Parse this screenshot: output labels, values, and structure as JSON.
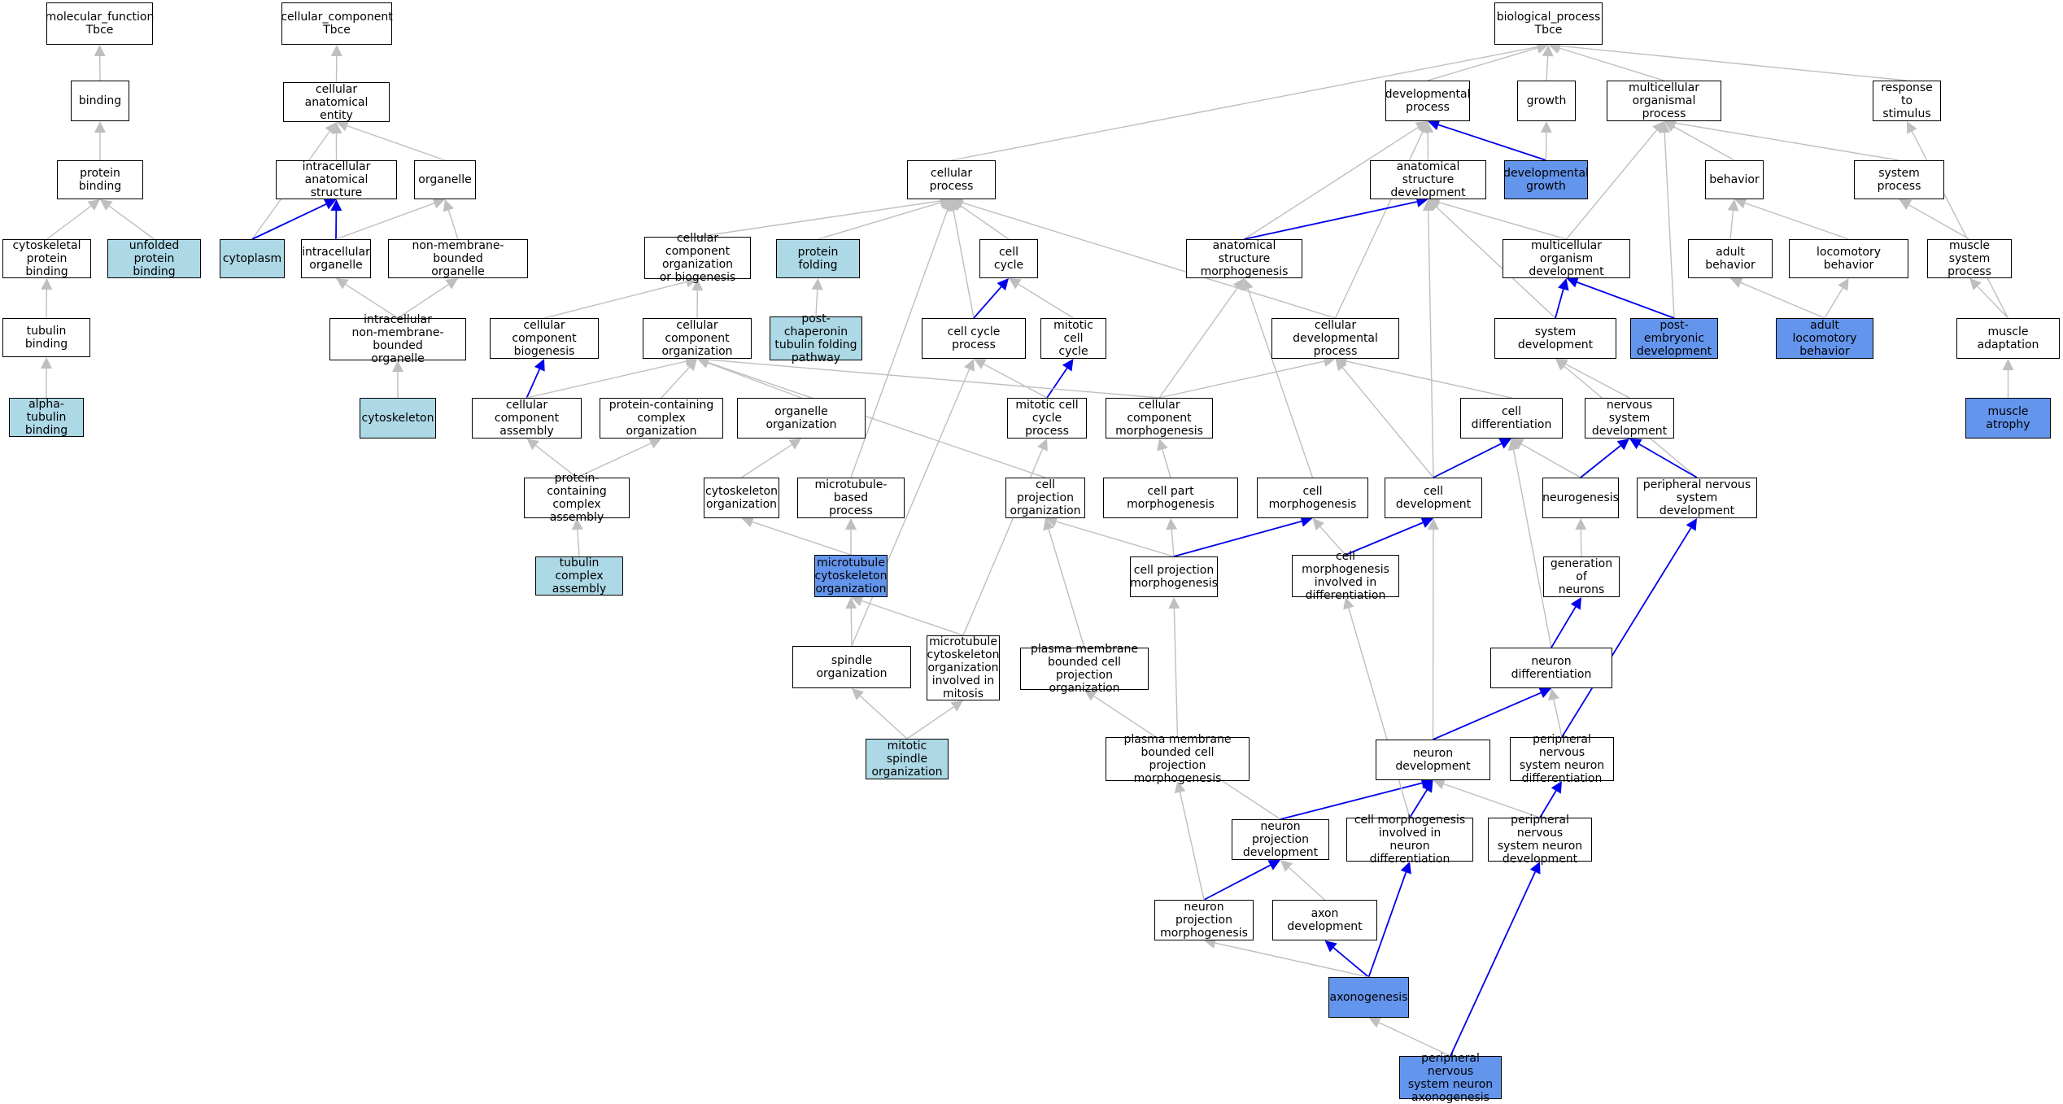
{
  "colors": {
    "normal": "#ffffff",
    "light": "#add8e6",
    "dark": "#6495ed",
    "grey_edge": "#bfbfbf",
    "blue_edge": "#0000ee"
  },
  "nodes": {
    "mf": {
      "label": "molecular_function\nTbce",
      "fill": "normal"
    },
    "binding": {
      "label": "binding",
      "fill": "normal"
    },
    "protein_binding": {
      "label": "protein binding",
      "fill": "normal"
    },
    "cytoskeletal_pb": {
      "label": "cytoskeletal\nprotein binding",
      "fill": "normal"
    },
    "unfolded_pb": {
      "label": "unfolded protein\nbinding",
      "fill": "light"
    },
    "tubulin_binding": {
      "label": "tubulin binding",
      "fill": "normal"
    },
    "alpha_tubulin": {
      "label": "alpha-tubulin\nbinding",
      "fill": "light"
    },
    "cc": {
      "label": "cellular_component\nTbce",
      "fill": "normal"
    },
    "cae": {
      "label": "cellular anatomical\nentity",
      "fill": "normal"
    },
    "ias": {
      "label": "intracellular\nanatomical structure",
      "fill": "normal"
    },
    "organelle": {
      "label": "organelle",
      "fill": "normal"
    },
    "cytoplasm": {
      "label": "cytoplasm",
      "fill": "light"
    },
    "intra_org": {
      "label": "intracellular\norganelle",
      "fill": "normal"
    },
    "nmbo": {
      "label": "non-membrane-bounded\norganelle",
      "fill": "normal"
    },
    "inmbo": {
      "label": "intracellular\nnon-membrane-bounded\norganelle",
      "fill": "normal"
    },
    "cytoskeleton": {
      "label": "cytoskeleton",
      "fill": "light"
    },
    "bp": {
      "label": "biological_process\nTbce",
      "fill": "normal"
    },
    "dev_proc": {
      "label": "developmental\nprocess",
      "fill": "normal"
    },
    "growth": {
      "label": "growth",
      "fill": "normal"
    },
    "mop": {
      "label": "multicellular\norganismal process",
      "fill": "normal"
    },
    "rts": {
      "label": "response to\nstimulus",
      "fill": "normal"
    },
    "cell_proc": {
      "label": "cellular process",
      "fill": "normal"
    },
    "asd": {
      "label": "anatomical structure\ndevelopment",
      "fill": "normal"
    },
    "dev_growth": {
      "label": "developmental\ngrowth",
      "fill": "dark"
    },
    "behavior": {
      "label": "behavior",
      "fill": "normal"
    },
    "sys_proc": {
      "label": "system process",
      "fill": "normal"
    },
    "ccob": {
      "label": "cellular component\norganization\nor biogenesis",
      "fill": "normal"
    },
    "protein_folding": {
      "label": "protein folding",
      "fill": "light"
    },
    "cell_cycle": {
      "label": "cell cycle",
      "fill": "normal"
    },
    "asm": {
      "label": "anatomical structure\nmorphogenesis",
      "fill": "normal"
    },
    "mod": {
      "label": "multicellular\norganism development",
      "fill": "normal"
    },
    "adult_beh": {
      "label": "adult behavior",
      "fill": "normal"
    },
    "loco_beh": {
      "label": "locomotory behavior",
      "fill": "normal"
    },
    "msp": {
      "label": "muscle system\nprocess",
      "fill": "normal"
    },
    "ccb": {
      "label": "cellular component\nbiogenesis",
      "fill": "normal"
    },
    "cco": {
      "label": "cellular component\norganization",
      "fill": "normal"
    },
    "pctfp": {
      "label": "post-chaperonin\ntubulin folding\npathway",
      "fill": "light"
    },
    "ccp": {
      "label": "cell cycle process",
      "fill": "normal"
    },
    "mcc": {
      "label": "mitotic cell\ncycle",
      "fill": "normal"
    },
    "cdp": {
      "label": "cellular developmental\nprocess",
      "fill": "normal"
    },
    "sys_dev": {
      "label": "system development",
      "fill": "normal"
    },
    "ped": {
      "label": "post-embryonic\ndevelopment",
      "fill": "dark"
    },
    "alb": {
      "label": "adult locomotory\nbehavior",
      "fill": "dark"
    },
    "muscle_adapt": {
      "label": "muscle adaptation",
      "fill": "normal"
    },
    "cca": {
      "label": "cellular component\nassembly",
      "fill": "normal"
    },
    "pcco": {
      "label": "protein-containing\ncomplex organization",
      "fill": "normal"
    },
    "org_org": {
      "label": "organelle organization",
      "fill": "normal"
    },
    "mccp": {
      "label": "mitotic cell\ncycle process",
      "fill": "normal"
    },
    "ccm": {
      "label": "cellular component\nmorphogenesis",
      "fill": "normal"
    },
    "cell_diff": {
      "label": "cell differentiation",
      "fill": "normal"
    },
    "nsd": {
      "label": "nervous system\ndevelopment",
      "fill": "normal"
    },
    "muscle_atrophy": {
      "label": "muscle atrophy",
      "fill": "dark"
    },
    "pcca": {
      "label": "protein-containing\ncomplex assembly",
      "fill": "normal"
    },
    "cyto_org": {
      "label": "cytoskeleton\norganization",
      "fill": "normal"
    },
    "mtbp": {
      "label": "microtubule-based\nprocess",
      "fill": "normal"
    },
    "cpo": {
      "label": "cell projection\norganization",
      "fill": "normal"
    },
    "cpm": {
      "label": "cell part morphogenesis",
      "fill": "normal"
    },
    "cell_morph": {
      "label": "cell morphogenesis",
      "fill": "normal"
    },
    "cell_dev": {
      "label": "cell development",
      "fill": "normal"
    },
    "neurogenesis": {
      "label": "neurogenesis",
      "fill": "normal"
    },
    "pnsd": {
      "label": "peripheral nervous\nsystem development",
      "fill": "normal"
    },
    "tca": {
      "label": "tubulin complex\nassembly",
      "fill": "light"
    },
    "mco": {
      "label": "microtubule\ncytoskeleton\norganization",
      "fill": "dark"
    },
    "cpmorph": {
      "label": "cell projection\nmorphogenesis",
      "fill": "normal"
    },
    "cmid": {
      "label": "cell morphogenesis\ninvolved in\ndifferentiation",
      "fill": "normal"
    },
    "gon": {
      "label": "generation of\nneurons",
      "fill": "normal"
    },
    "spindle_org": {
      "label": "spindle organization",
      "fill": "normal"
    },
    "mcoim": {
      "label": "microtubule\ncytoskeleton\norganization\ninvolved in\nmitosis",
      "fill": "normal"
    },
    "pmbcpo": {
      "label": "plasma membrane\nbounded cell\nprojection organization",
      "fill": "normal"
    },
    "neuron_diff": {
      "label": "neuron differentiation",
      "fill": "normal"
    },
    "mso": {
      "label": "mitotic spindle\norganization",
      "fill": "light"
    },
    "pmbcpm": {
      "label": "plasma membrane\nbounded cell\nprojection morphogenesis",
      "fill": "normal"
    },
    "neuron_dev": {
      "label": "neuron development",
      "fill": "normal"
    },
    "pnsnd": {
      "label": "peripheral nervous\nsystem neuron\ndifferentiation",
      "fill": "normal"
    },
    "npd": {
      "label": "neuron projection\ndevelopment",
      "fill": "normal"
    },
    "cmind": {
      "label": "cell morphogenesis\ninvolved in\nneuron differentiation",
      "fill": "normal"
    },
    "pnsndev": {
      "label": "peripheral nervous\nsystem neuron\ndevelopment",
      "fill": "normal"
    },
    "npm": {
      "label": "neuron projection\nmorphogenesis",
      "fill": "normal"
    },
    "axon_dev": {
      "label": "axon development",
      "fill": "normal"
    },
    "axonogenesis": {
      "label": "axonogenesis",
      "fill": "dark"
    },
    "pnsna": {
      "label": "peripheral nervous\nsystem neuron\naxonogenesis",
      "fill": "dark"
    }
  },
  "edges": [
    [
      "binding",
      "mf",
      "grey"
    ],
    [
      "protein_binding",
      "binding",
      "grey"
    ],
    [
      "cytoskeletal_pb",
      "protein_binding",
      "grey"
    ],
    [
      "unfolded_pb",
      "protein_binding",
      "grey"
    ],
    [
      "tubulin_binding",
      "cytoskeletal_pb",
      "grey"
    ],
    [
      "alpha_tubulin",
      "tubulin_binding",
      "grey"
    ],
    [
      "cae",
      "cc",
      "grey"
    ],
    [
      "ias",
      "cae",
      "grey"
    ],
    [
      "organelle",
      "cae",
      "grey"
    ],
    [
      "cytoplasm",
      "cae",
      "grey"
    ],
    [
      "cytoplasm",
      "ias",
      "blue"
    ],
    [
      "intra_org",
      "ias",
      "blue"
    ],
    [
      "intra_org",
      "organelle",
      "grey"
    ],
    [
      "nmbo",
      "organelle",
      "grey"
    ],
    [
      "inmbo",
      "intra_org",
      "grey"
    ],
    [
      "inmbo",
      "nmbo",
      "grey"
    ],
    [
      "cytoskeleton",
      "inmbo",
      "grey"
    ],
    [
      "dev_proc",
      "bp",
      "grey"
    ],
    [
      "growth",
      "bp",
      "grey"
    ],
    [
      "mop",
      "bp",
      "grey"
    ],
    [
      "rts",
      "bp",
      "grey"
    ],
    [
      "cell_proc",
      "bp",
      "grey"
    ],
    [
      "asd",
      "dev_proc",
      "grey"
    ],
    [
      "dev_growth",
      "dev_proc",
      "blue"
    ],
    [
      "dev_growth",
      "growth",
      "grey"
    ],
    [
      "behavior",
      "mop",
      "grey"
    ],
    [
      "sys_proc",
      "mop",
      "grey"
    ],
    [
      "mod",
      "mop",
      "grey"
    ],
    [
      "ped",
      "mop",
      "grey"
    ],
    [
      "asm",
      "dev_proc",
      "grey"
    ],
    [
      "cdp",
      "dev_proc",
      "grey"
    ],
    [
      "asm",
      "asd",
      "blue"
    ],
    [
      "mod",
      "asd",
      "grey"
    ],
    [
      "sys_dev",
      "asd",
      "grey"
    ],
    [
      "cell_dev",
      "asd",
      "grey"
    ],
    [
      "sys_dev",
      "mod",
      "blue"
    ],
    [
      "ped",
      "mod",
      "blue"
    ],
    [
      "adult_beh",
      "behavior",
      "grey"
    ],
    [
      "loco_beh",
      "behavior",
      "grey"
    ],
    [
      "alb",
      "adult_beh",
      "grey"
    ],
    [
      "alb",
      "loco_beh",
      "grey"
    ],
    [
      "msp",
      "sys_proc",
      "grey"
    ],
    [
      "muscle_adapt",
      "msp",
      "grey"
    ],
    [
      "muscle_adapt",
      "rts",
      "grey"
    ],
    [
      "muscle_atrophy",
      "muscle_adapt",
      "grey"
    ],
    [
      "ccob",
      "cell_proc",
      "grey"
    ],
    [
      "protein_folding",
      "cell_proc",
      "grey"
    ],
    [
      "cell_cycle",
      "cell_proc",
      "grey"
    ],
    [
      "cdp",
      "cell_proc",
      "grey"
    ],
    [
      "ccp",
      "cell_proc",
      "grey"
    ],
    [
      "mtbp",
      "cell_proc",
      "grey"
    ],
    [
      "ccb",
      "ccob",
      "grey"
    ],
    [
      "cco",
      "ccob",
      "grey"
    ],
    [
      "pctfp",
      "protein_folding",
      "grey"
    ],
    [
      "ccp",
      "cell_cycle",
      "blue"
    ],
    [
      "mcc",
      "cell_cycle",
      "grey"
    ],
    [
      "mccp",
      "mcc",
      "blue"
    ],
    [
      "mccp",
      "ccp",
      "grey"
    ],
    [
      "cca",
      "ccb",
      "blue"
    ],
    [
      "cca",
      "cco",
      "grey"
    ],
    [
      "pcco",
      "cco",
      "grey"
    ],
    [
      "org_org",
      "cco",
      "grey"
    ],
    [
      "ccm",
      "cco",
      "grey"
    ],
    [
      "cpo",
      "cco",
      "grey"
    ],
    [
      "pcca",
      "cca",
      "grey"
    ],
    [
      "pcca",
      "pcco",
      "grey"
    ],
    [
      "tca",
      "pcca",
      "grey"
    ],
    [
      "cyto_org",
      "org_org",
      "grey"
    ],
    [
      "mco",
      "cyto_org",
      "grey"
    ],
    [
      "mco",
      "mtbp",
      "grey"
    ],
    [
      "spindle_org",
      "mco",
      "grey"
    ],
    [
      "spindle_org",
      "ccp",
      "grey"
    ],
    [
      "mcoim",
      "mco",
      "grey"
    ],
    [
      "mcoim",
      "mccp",
      "grey"
    ],
    [
      "mso",
      "spindle_org",
      "grey"
    ],
    [
      "mso",
      "mcoim",
      "grey"
    ],
    [
      "ccm",
      "asm",
      "grey"
    ],
    [
      "ccm",
      "cdp",
      "grey"
    ],
    [
      "cell_diff",
      "cdp",
      "grey"
    ],
    [
      "cell_dev",
      "cdp",
      "grey"
    ],
    [
      "cell_dev",
      "cell_diff",
      "blue"
    ],
    [
      "neurogenesis",
      "cell_diff",
      "grey"
    ],
    [
      "neuron_diff",
      "cell_diff",
      "grey"
    ],
    [
      "nsd",
      "sys_dev",
      "grey"
    ],
    [
      "pnsd",
      "sys_dev",
      "grey"
    ],
    [
      "neurogenesis",
      "nsd",
      "blue"
    ],
    [
      "pnsd",
      "nsd",
      "blue"
    ],
    [
      "cpm",
      "ccm",
      "grey"
    ],
    [
      "cpmorph",
      "cpm",
      "grey"
    ],
    [
      "cpmorph",
      "cpo",
      "grey"
    ],
    [
      "cpmorph",
      "cell_morph",
      "blue"
    ],
    [
      "cell_morph",
      "asm",
      "grey"
    ],
    [
      "cmid",
      "cell_morph",
      "grey"
    ],
    [
      "cmid",
      "cell_dev",
      "blue"
    ],
    [
      "pmbcpo",
      "cpo",
      "grey"
    ],
    [
      "pmbcpm",
      "cpmorph",
      "grey"
    ],
    [
      "npd",
      "pmbcpo",
      "grey"
    ],
    [
      "gon",
      "neurogenesis",
      "grey"
    ],
    [
      "neuron_diff",
      "gon",
      "blue"
    ],
    [
      "neuron_dev",
      "cell_dev",
      "grey"
    ],
    [
      "neuron_dev",
      "neuron_diff",
      "blue"
    ],
    [
      "pnsnd",
      "neuron_diff",
      "grey"
    ],
    [
      "pnsnd",
      "pnsd",
      "blue"
    ],
    [
      "npd",
      "neuron_dev",
      "blue"
    ],
    [
      "cmind",
      "neuron_dev",
      "blue"
    ],
    [
      "cmind",
      "cmid",
      "grey"
    ],
    [
      "pnsndev",
      "neuron_dev",
      "grey"
    ],
    [
      "pnsndev",
      "pnsnd",
      "blue"
    ],
    [
      "npm",
      "npd",
      "blue"
    ],
    [
      "npm",
      "pmbcpm",
      "grey"
    ],
    [
      "axon_dev",
      "npd",
      "grey"
    ],
    [
      "axonogenesis",
      "axon_dev",
      "blue"
    ],
    [
      "axonogenesis",
      "cmind",
      "blue"
    ],
    [
      "axonogenesis",
      "npm",
      "grey"
    ],
    [
      "pnsna",
      "axonogenesis",
      "grey"
    ],
    [
      "pnsna",
      "pnsndev",
      "blue"
    ]
  ]
}
